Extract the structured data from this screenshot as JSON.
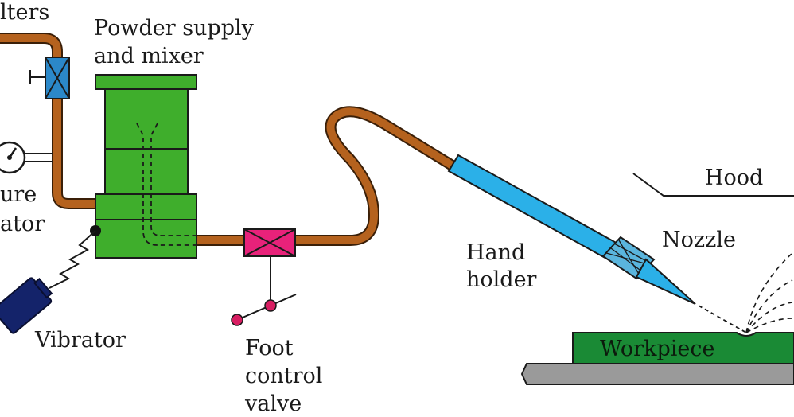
{
  "labels": {
    "filters": "lters",
    "powder_line1": "Powder  supply",
    "powder_line2": "and  mixer",
    "pressure_line1": "ure",
    "pressure_line2": "ator",
    "vibrator": "Vibrator",
    "foot_line1": "Foot",
    "foot_line2": "control",
    "foot_line3": "valve",
    "hand_line1": "Hand",
    "hand_line2": "holder",
    "nozzle": "Nozzle",
    "hood": "Hood",
    "workpiece": "Workpiece"
  },
  "colors": {
    "pipe": "#b5621e",
    "pipe_outline": "#3a1f08",
    "mixer": "#3fae2c",
    "valve_blue": "#2b88c9",
    "foot_valve": "#e8227a",
    "handle": "#2bb0e8",
    "nozzle": "#5ab5dd",
    "vibrator": "#14236a",
    "workpiece": "#1a8a35",
    "base": "#9a9a9a",
    "switch": "#d81e62"
  },
  "icons": [
    "pressure-gauge-icon",
    "filter-valve-icon",
    "foot-valve-icon",
    "vibrator-icon",
    "nozzle-icon"
  ]
}
